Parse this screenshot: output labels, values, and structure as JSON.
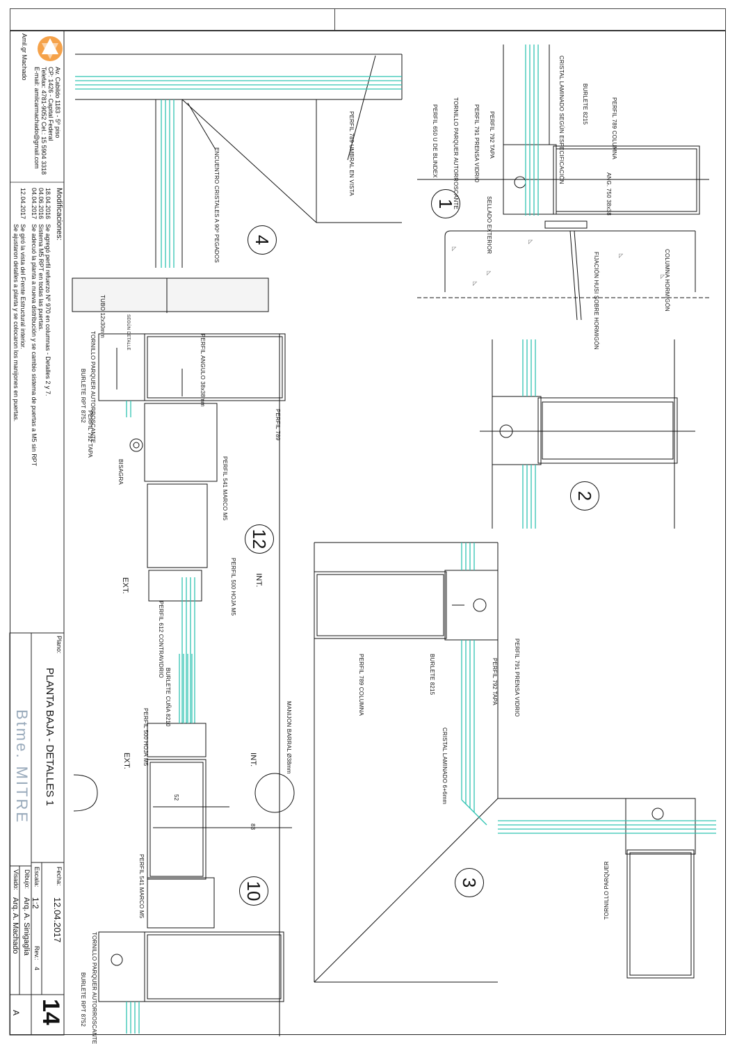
{
  "company": {
    "logo_name": "Amil.gr Machado",
    "address": "Av. Cabildo 1183 - 5º piso",
    "cp": "CP: 1426 - Capital Federal",
    "phone": "Telefax: 4781-9052 Cel.: 15 5904 3318",
    "email": "E-mail: amilcarmachado@gmail.com"
  },
  "modifications": {
    "title": "Modificaciones:",
    "entries": [
      {
        "date": "18.04.2016",
        "text": "Se agregó perfil refuerzo Nº 970 en columnas  -  Detalles 2 y 7."
      },
      {
        "date": "04.06.2016",
        "text": "Sistema M5 RPT en todas las puertas."
      },
      {
        "date": "04.04.2017",
        "text": "Se adecuó la planta a nueva distribución y se cambio sistema de puertas a M5 sin RPT"
      },
      {
        "date": "12.04.2017",
        "text": "Se giró la vista del Frente Estructural interior."
      },
      {
        "date": "",
        "text": "Se ajustaron detalles a planta y se colocaron los manijones en puertas."
      }
    ]
  },
  "title_block": {
    "plano_label": "Plano:",
    "plano": "PLANTA BAJA - DETALLES 1",
    "project": "Btme. MITRE",
    "fecha_label": "Fecha:",
    "fecha": "12.04.2017",
    "escala_label": "Escala:",
    "escala": "1:2",
    "rev_label": "Rev.:",
    "rev": "4",
    "dibujo_label": "Dibujo:",
    "dibujo": "Arq. A. Sinigaglia",
    "visado_label": "Visado:",
    "visado": "Arq. A. Machado",
    "sheet": "14",
    "sheet_letter": "A"
  },
  "details": {
    "d1": {
      "number": "1",
      "labels": [
        "PERFIL 789 COLUMNA",
        "BURLETE 8215",
        "CRISTAL LAMINADO SEGÚN ESPECIFICACIÓN",
        "PERFIL 792 TAPA",
        "PERFIL 791 PRENSA VIDRIO",
        "TORNILLO PARQUER AUTORROSCANTE",
        "PERFIL 650 U DE BLINDEX",
        "SELLADO EXTERIOR",
        "ANG. 750 38x38",
        "COLUMNA HORMIGÓN",
        "FIJACIÓN HUSI SOBRE HORMIGÓN"
      ]
    },
    "d2": {
      "number": "2"
    },
    "d3": {
      "number": "3",
      "labels": [
        "PERFIL 791 PRENSA VIDRIO",
        "PERFIL 792 TAPA",
        "BURLETE 8215",
        "PERFIL 789 COLUMNA",
        "CRISTAL LAMINADO 6+6mm",
        "TORNILLO PARQUER"
      ]
    },
    "d4": {
      "number": "4",
      "labels": [
        "PERFIL 789 UMBRAL EN VISTA",
        "ENCUENTRO CRISTALES A 90º PEGADOS"
      ]
    },
    "d10": {
      "number": "10",
      "labels": [
        "MANIJON BARRAL Ø38mm",
        "INT.",
        "EXT.",
        "BURLETE CUÑA 8210",
        "PERFIL 500 HOJA M5",
        "52",
        "83",
        "PERFIL 541 MARCO M5",
        "TORNILLO PARQUER AUTORROSCANTE",
        "BURLETE RPT 8752"
      ]
    },
    "d12": {
      "number": "12",
      "labels": [
        "PERFIL ANGULO 38x38mm",
        "PERFIL 789",
        "TUBO 12x30mm",
        "TORNILLO PARQUER AUTORROSCANTE",
        "BURLETE RPT 8752",
        "PERFIL 792 TAPA",
        "BISAGRA",
        "PERFIL 541 MARCO M5",
        "PERFIL 500 HOJA M5",
        "INT.",
        "EXT.",
        "PERFIL 612 CONTRAVIDRIO",
        "SEGÚN DETALLE"
      ]
    }
  },
  "colors": {
    "glass": "#2fc4b2",
    "line": "#111111",
    "accent": "#f5a24a"
  }
}
